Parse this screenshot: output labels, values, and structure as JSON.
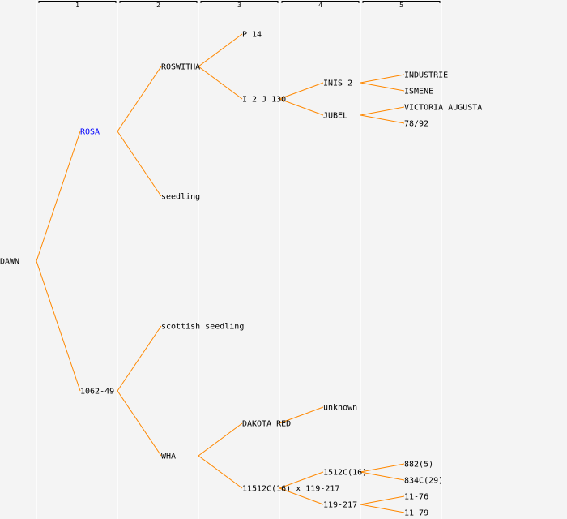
{
  "colors": {
    "background": "#f4f4f4",
    "line": "#ff8800",
    "highlight": "#0000ff",
    "text": "#000000",
    "separator": "#ffffff"
  },
  "generation_headers": [
    "1",
    "2",
    "3",
    "4",
    "5"
  ],
  "nodes": [
    {
      "path": "",
      "label": "DAWN"
    },
    {
      "path": "0",
      "label": "ROSA",
      "highlight": true
    },
    {
      "path": "1",
      "label": "1062-49"
    },
    {
      "path": "00",
      "label": "ROSWITHA"
    },
    {
      "path": "01",
      "label": "seedling"
    },
    {
      "path": "10",
      "label": "scottish seedling"
    },
    {
      "path": "11",
      "label": "WHA"
    },
    {
      "path": "000",
      "label": "P 14"
    },
    {
      "path": "001",
      "label": "I 2 J 130"
    },
    {
      "path": "110",
      "label": "DAKOTA RED"
    },
    {
      "path": "111",
      "label": "11512C(16) x 119-217"
    },
    {
      "path": "0010",
      "label": "INIS 2"
    },
    {
      "path": "0011",
      "label": "JUBEL"
    },
    {
      "path": "1100",
      "label": "unknown"
    },
    {
      "path": "1110",
      "label": "1512C(16)"
    },
    {
      "path": "1111",
      "label": "119-217"
    },
    {
      "path": "00100",
      "label": "INDUSTRIE"
    },
    {
      "path": "00101",
      "label": "ISMENE"
    },
    {
      "path": "00110",
      "label": "VICTORIA AUGUSTA"
    },
    {
      "path": "00111",
      "label": "78/92"
    },
    {
      "path": "11100",
      "label": "882(5)"
    },
    {
      "path": "11101",
      "label": "834C(29)"
    },
    {
      "path": "11110",
      "label": "11-76"
    },
    {
      "path": "11111",
      "label": "11-79"
    }
  ]
}
